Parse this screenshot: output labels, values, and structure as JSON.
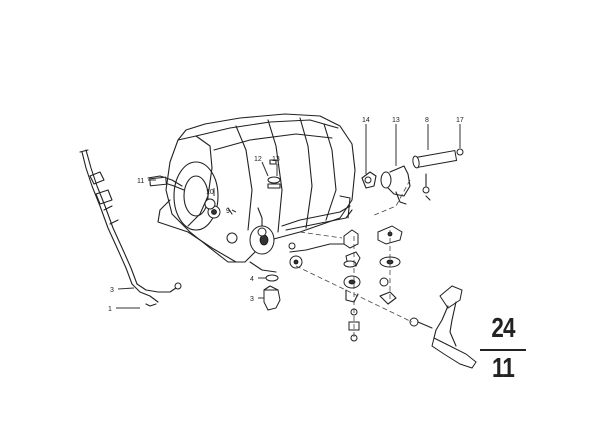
{
  "callouts": {
    "c14": "14",
    "c13_top": "13",
    "c8": "8",
    "c17": "17",
    "c12": "12",
    "c13_mid": "13",
    "c11": "11",
    "c10": "10",
    "c9": "9",
    "c4": "4",
    "c3_mid": "3",
    "c3_left": "3",
    "c1_left": "1"
  },
  "group_code": {
    "top": "24",
    "bottom": "11"
  }
}
